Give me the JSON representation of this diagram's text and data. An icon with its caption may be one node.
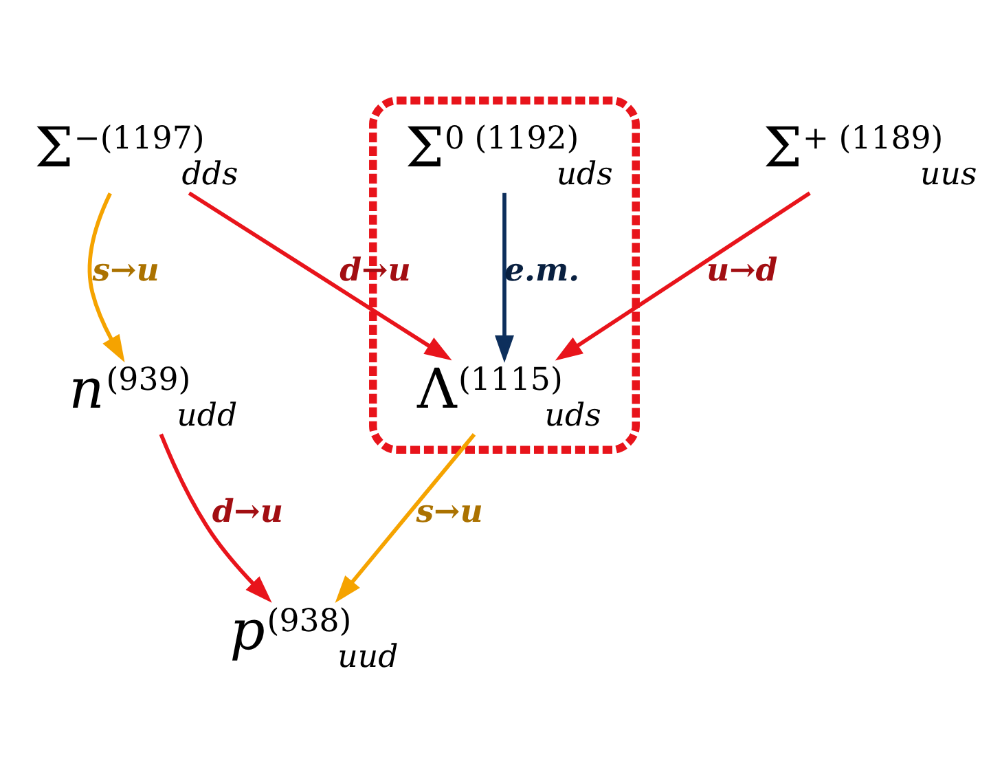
{
  "diagram": {
    "nodes": [
      {
        "text": [
          "Σ$^{−(1197)}$$_{dds}$"
        ]
      },
      {
        "text": [],
        "shape": "ellipse"
      },
      {
        "text": [
          "Σ$^{0 (1192)}$$_{uds}$"
        ],
        "in": 1
      },
      {
        "text": [
          "Σ$^{+ (1189)}$$_{uus}$"
        ]
      },
      {
        "text": [
          "Λ$^{(1115)}$$_{uds}$"
        ],
        "in": 1
      },
      {
        "text": [
          "*n*$^{(939)}$$_{udd}$"
        ]
      },
      {
        "text": [
          "*p*$^{(938)}$$_{uud}$"
        ]
      }
    ],
    "edges": [
      {
        "from": 0,
        "to": 4,
        "arrow": "to",
        "label": "d→u"
      },
      {
        "from": 0,
        "to": 5,
        "arrow": "to",
        "label": "s→u",
        "color": "#f5a300"
      },
      {
        "from": 2,
        "to": 4,
        "arrow": "to",
        "label": "e.m.",
        "color": "#0d2f5c"
      },
      {
        "from": 3,
        "to": 4,
        "arrow": "to",
        "label": "u→d"
      },
      {
        "from": 4,
        "to": 6,
        "arrow": "to",
        "label": "s→u",
        "color": "#f5a300"
      },
      {
        "from": 5,
        "to": 6,
        "arrow": "to",
        "label": "d→u"
      }
    ]
  }
}
